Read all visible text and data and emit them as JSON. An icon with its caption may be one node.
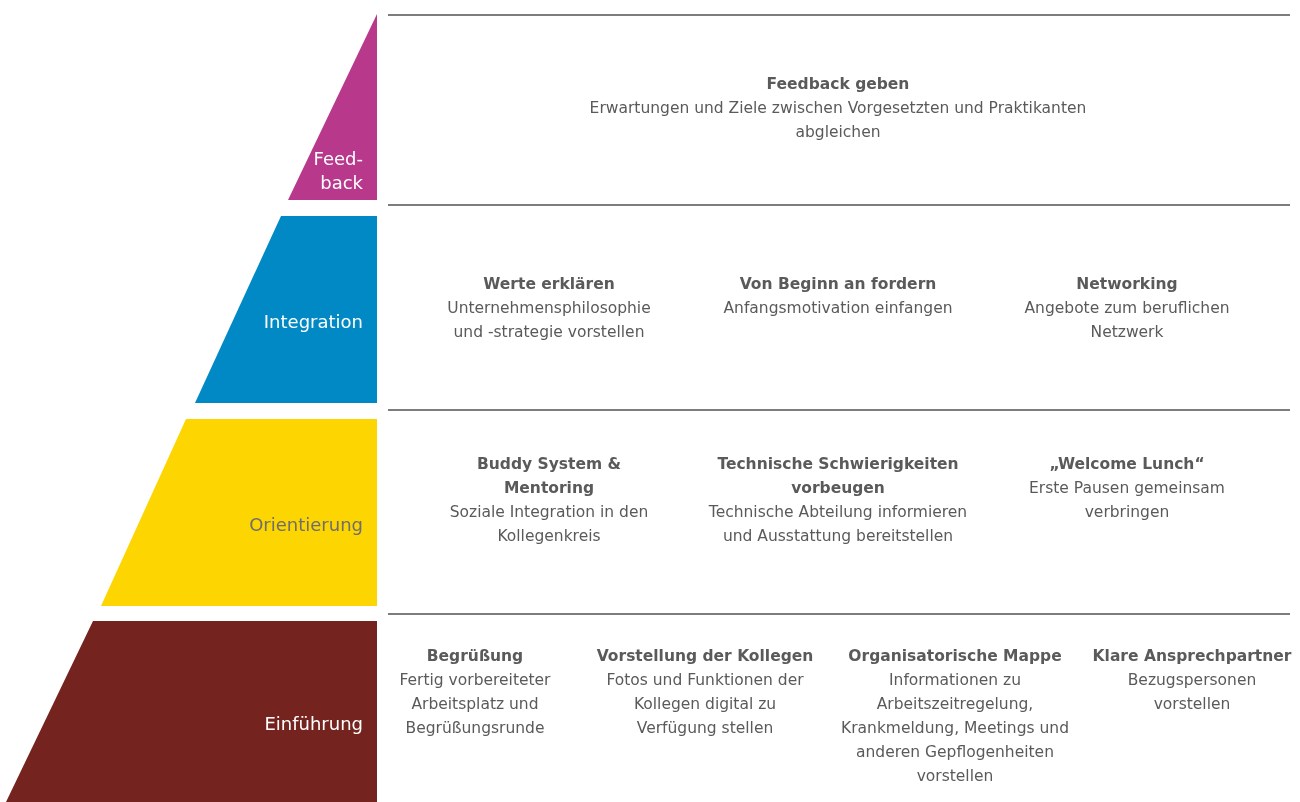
{
  "diagram": {
    "nodes": [
      {
        "text": [
          "Feed- back"
        ]
      },
      {
        "text": [
          "Integration"
        ]
      },
      {
        "text": [
          "Orientierung"
        ]
      },
      {
        "text": [
          "Einführung"
        ]
      }
    ],
    "labels": [
      "Feedback geben",
      "Erwartungen und Ziele zwischen Vorgesetzten und Praktikanten abgleichen",
      "Werte erklären",
      "Unternehmensphilosophie und -strategie vorstellen",
      "Von Beginn an fordern",
      "Anfangsmotivation einfangen",
      "Networking",
      "Angebote zum beruflichen Netzwerk",
      "Buddy System & Mentoring",
      "Soziale Integration in den Kollegenkreis",
      "Technische Schwierigkeiten vorbeugen",
      "Technische Abteilung informieren und Ausstattung bereitstellen",
      "„Welcome Lunch“",
      "Erste Pausen gemeinsam verbringen",
      "Begrüßung",
      "Fertig vorbereiteter Arbeitsplatz und Begrüßungsrunde",
      "Vorstellung der Kollegen",
      "Fotos und Funktionen der Kollegen digital zu Verfügung stellen",
      "Organisatorische Mappe",
      "Informationen zu Arbeitszeitregelung, Krankmeldung, Meetings und anderen Gepflogenheiten vorstellen",
      "Klare Ansprechpartner",
      "Bezugspersonen vorstellen"
    ]
  }
}
